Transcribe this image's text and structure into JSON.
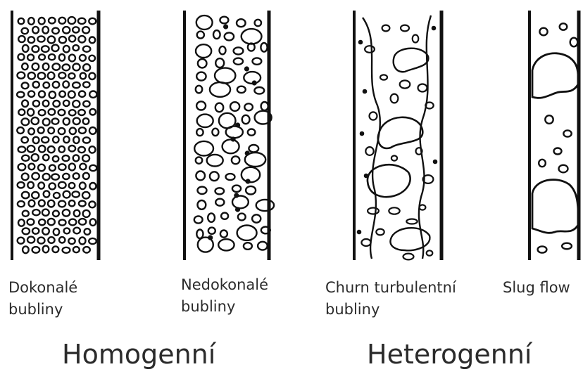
{
  "regimes": [
    {
      "id": "dokonale",
      "caption": [
        "Dokonalé",
        "bubliny"
      ]
    },
    {
      "id": "nedokonale",
      "caption": [
        "Nedokonalé",
        "bubliny"
      ]
    },
    {
      "id": "churn",
      "caption": [
        "Churn turbulentní",
        "bubliny"
      ]
    },
    {
      "id": "slug",
      "caption": [
        "Slug flow"
      ]
    }
  ],
  "groups": {
    "homogeneous": "Homogenní",
    "heterogeneous": "Heterogenní"
  }
}
